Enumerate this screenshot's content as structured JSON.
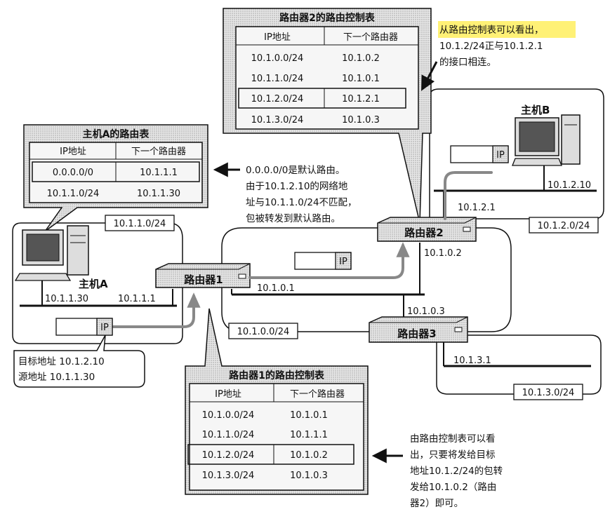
{
  "colors": {
    "highlight": "#fff176",
    "line": "#111111",
    "panel": "#d9d9d9",
    "router": "#cfcfcf"
  },
  "tables": {
    "router2": {
      "title": "路由器2的路由控制表",
      "headers": [
        "IP地址",
        "下一个路由器"
      ],
      "rows": [
        [
          "10.1.0.0/24",
          "10.1.0.2"
        ],
        [
          "10.1.1.0/24",
          "10.1.0.1"
        ],
        [
          "10.1.2.0/24",
          "10.1.2.1"
        ],
        [
          "10.1.3.0/24",
          "10.1.0.3"
        ]
      ],
      "highlight_row": 2
    },
    "hostA": {
      "title": "主机A的路由表",
      "headers": [
        "IP地址",
        "下一个路由器"
      ],
      "rows": [
        [
          "0.0.0.0/0",
          "10.1.1.1"
        ],
        [
          "10.1.1.0/24",
          "10.1.1.30"
        ]
      ],
      "highlight_row": 0
    },
    "router1": {
      "title": "路由器1的路由控制表",
      "headers": [
        "IP地址",
        "下一个路由器"
      ],
      "rows": [
        [
          "10.1.0.0/24",
          "10.1.0.1"
        ],
        [
          "10.1.1.0/24",
          "10.1.1.1"
        ],
        [
          "10.1.2.0/24",
          "10.1.0.2"
        ],
        [
          "10.1.3.0/24",
          "10.1.0.3"
        ]
      ],
      "highlight_row": 2
    }
  },
  "notes": {
    "top_right": [
      "从路由控制表可以看出，",
      "10.1.2/24正与10.1.2.1",
      "的接口相连。"
    ],
    "default_route": [
      "0.0.0.0/0是默认路由。",
      "由于10.1.2.10的网络地",
      "址与10.1.1.0/24不匹配，",
      "包被转发到默认路由。"
    ],
    "bottom_right": [
      "由路由控制表可以看",
      "出，只要将发给目标",
      "地址10.1.2/24的包转",
      "发给10.1.0.2（路由",
      "器2）即可。"
    ]
  },
  "packet_info": {
    "lines": [
      "目标地址 10.1.2.10",
      "源地址    10.1.1.30"
    ]
  },
  "hosts": {
    "a": {
      "name": "主机A"
    },
    "b": {
      "name": "主机B"
    }
  },
  "routers": {
    "r1": "路由器1",
    "r2": "路由器2",
    "r3": "路由器3"
  },
  "network_labels": {
    "net1": "10.1.1.0/24",
    "net0": "10.1.0.0/24",
    "net2": "10.1.2.0/24",
    "net3": "10.1.3.0/24"
  },
  "ip_labels": {
    "hostA": "10.1.1.30",
    "r1_lan": "10.1.1.1",
    "r1_bb": "10.1.0.1",
    "r2_bb": "10.1.0.2",
    "r2_lan": "10.1.2.1",
    "hostB": "10.1.2.10",
    "r3_bb": "10.1.0.3",
    "r3_lan": "10.1.3.1"
  },
  "packet_tag": "IP"
}
